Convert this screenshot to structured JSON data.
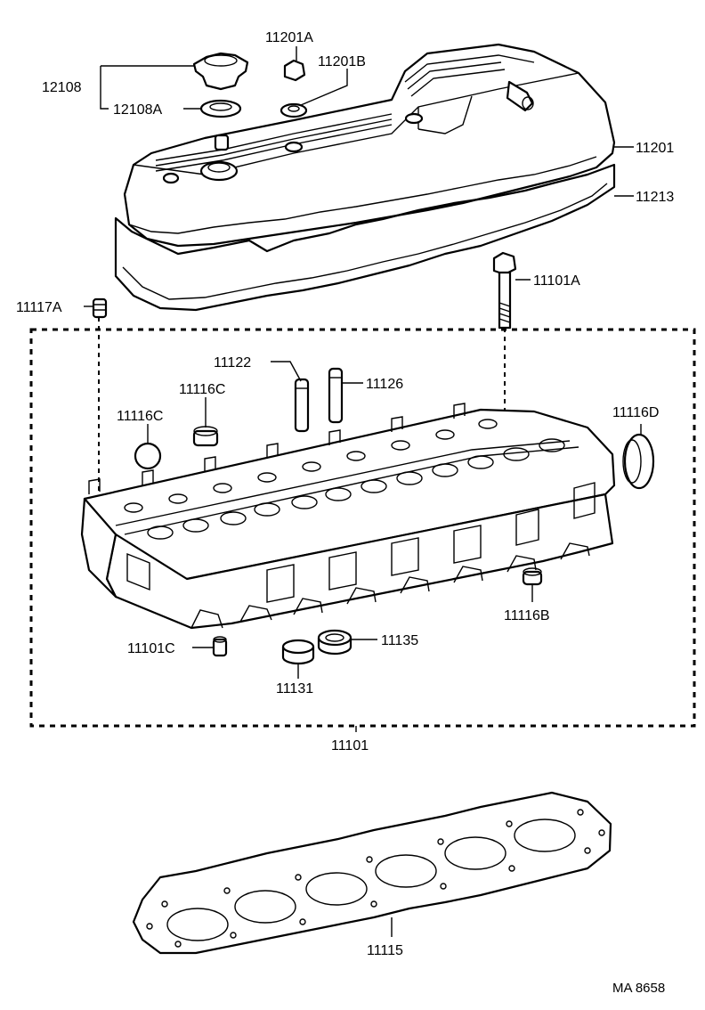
{
  "labels": {
    "p11201A": "11201A",
    "p11201B": "11201B",
    "p12108": "12108",
    "p12108A": "12108A",
    "p11201": "11201",
    "p11213": "11213",
    "p11101A": "11101A",
    "p11117A": "11117A",
    "p11122": "11122",
    "p11126": "11126",
    "p11116C_top": "11116C",
    "p11116C_left": "11116C",
    "p11116D": "11116D",
    "p11116B": "11116B",
    "p11101C": "11101C",
    "p11135": "11135",
    "p11131": "11131",
    "p11101": "11101",
    "p11115": "11115"
  },
  "diagram_code": "MA 8658"
}
